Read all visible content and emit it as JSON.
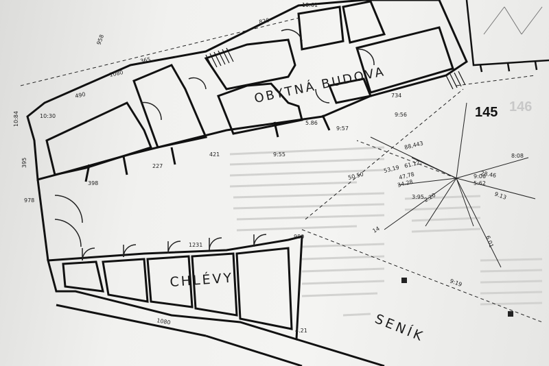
{
  "labels": {
    "house": "OBYTNÁ BUDOVA",
    "stables": "CHLÉVY",
    "hayloft": "SENÍK",
    "page_number": "145",
    "faded_page_number": "146"
  },
  "dimensions": [
    "820",
    "10:61",
    "958",
    "1080",
    "365",
    "490",
    "10:30",
    "10:84",
    "395",
    "978",
    "227",
    "398",
    "421",
    "9:55",
    "5.86",
    "9:57",
    "9:56",
    "734",
    "1231",
    "980",
    "1080",
    "9:19",
    "4.21",
    "8:08",
    "9:06",
    "5:62",
    "3:95"
  ],
  "survey": [
    "88,443",
    "61.12,",
    "53,19",
    "47,78",
    "34.28",
    "50.50",
    "14",
    "2.20",
    "28.46",
    "9.13",
    "6.01"
  ]
}
